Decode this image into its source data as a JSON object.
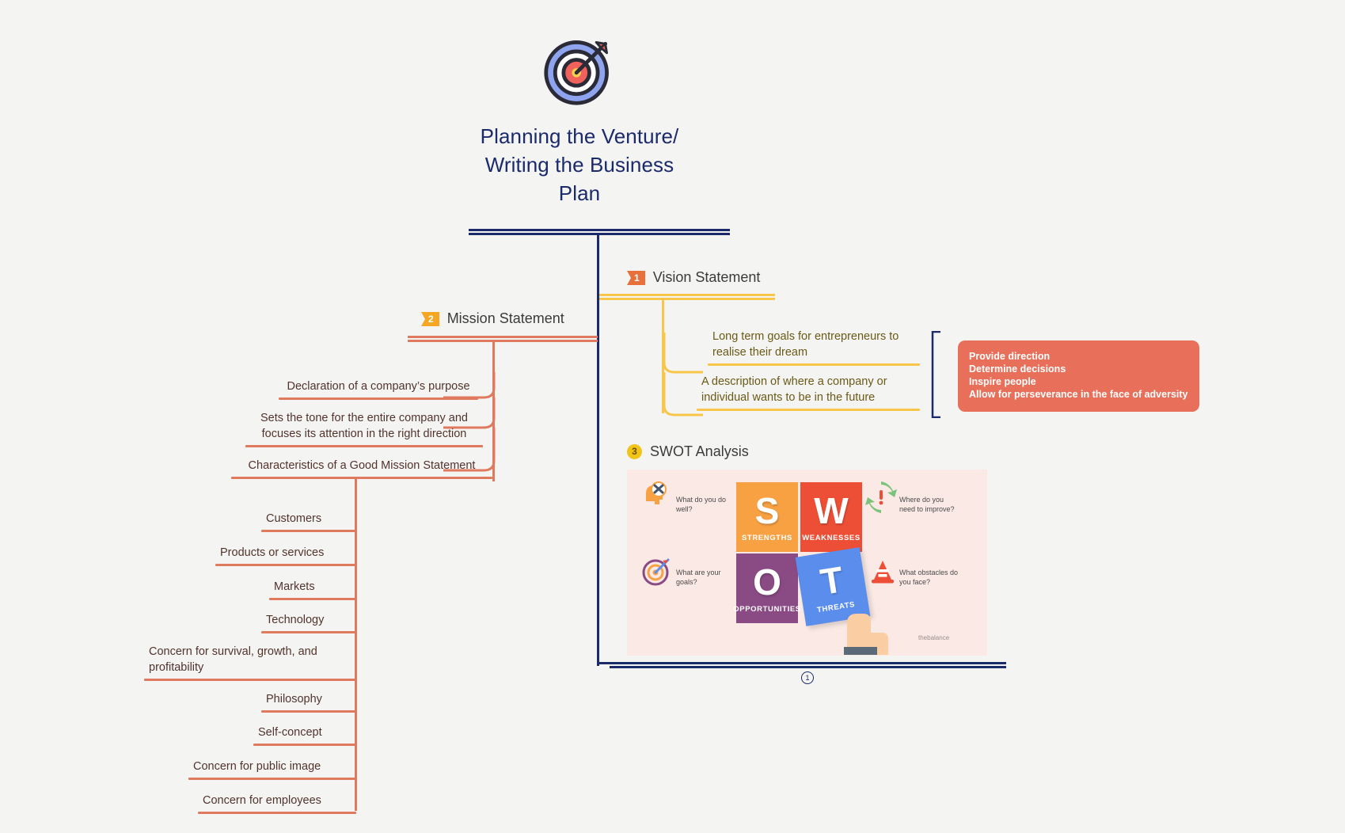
{
  "root": {
    "icon": "target-dartboard-icon",
    "title": "Planning the Venture/ Writing the Business Plan",
    "title_lines": [
      "Planning the Venture/",
      "Writing the Business",
      "Plan"
    ]
  },
  "page_marker": "1",
  "branches": [
    {
      "id": "vision",
      "badge": "1",
      "badge_style": "flag-orange",
      "label": "Vision Statement",
      "color": "#f7c64a",
      "leaves": [
        {
          "text": "Long term goals for entrepreneurs to realise their dream"
        },
        {
          "text": "A description of where a company or individual wants to be in the future"
        }
      ],
      "callout": {
        "color": "#e8705a",
        "lines": [
          "Provide direction",
          "Determine decisions",
          "Inspire people",
          "Allow for perseverance in the face of adversity"
        ]
      }
    },
    {
      "id": "mission",
      "badge": "2",
      "badge_style": "flag-yellow",
      "label": "Mission Statement",
      "color": "#e07a5f",
      "leaves": [
        {
          "text": "Declaration of a company’s purpose"
        },
        {
          "text": "Sets the tone for the entire company and focuses its attention in the right direction"
        },
        {
          "text": "Characteristics of a Good Mission Statement"
        }
      ],
      "characteristics": [
        "Customers",
        "Products or services",
        "Markets",
        "Technology",
        "Concern for survival, growth, and profitability",
        "Philosophy",
        "Self-concept",
        "Concern for public image",
        "Concern for employees"
      ]
    },
    {
      "id": "swot",
      "badge": "3",
      "badge_style": "circle-yellow",
      "label": "SWOT Analysis",
      "image": {
        "background": "#fae9e4",
        "watermark": "thebalance",
        "quadrants": [
          {
            "letter": "S",
            "caption": "STRENGTHS",
            "color": "#f7a143"
          },
          {
            "letter": "W",
            "caption": "WEAKNESSES",
            "color": "#ec4f36"
          },
          {
            "letter": "O",
            "caption": "OPPORTUNITIES",
            "color": "#8a4a84"
          },
          {
            "letter": "T",
            "caption": "THREATS",
            "color": "#5b8ded"
          }
        ],
        "questions": [
          {
            "text": "What do you do well?",
            "icon": "head-tools-icon"
          },
          {
            "text": "Where do you need to improve?",
            "icon": "refresh-alert-icon"
          },
          {
            "text": "What are your goals?",
            "icon": "target-dart-icon"
          },
          {
            "text": "What obstacles do you face?",
            "icon": "traffic-cone-icon"
          }
        ]
      }
    }
  ],
  "theme": {
    "background": "#f4f4f3",
    "navy": "#1b2a6b",
    "yellow": "#f7c64a",
    "coral": "#e07a5f",
    "callout": "#e8705a"
  }
}
